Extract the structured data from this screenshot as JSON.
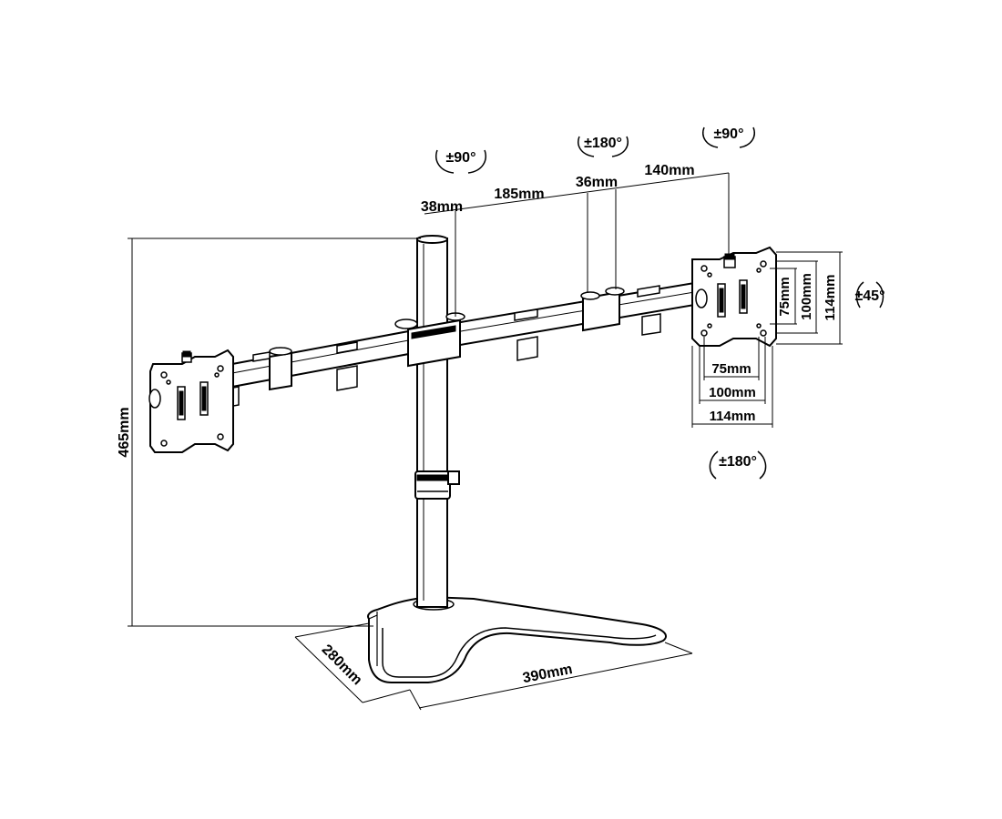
{
  "diagram": {
    "dimensions": {
      "height": "465mm",
      "base_depth": "280mm",
      "base_width": "390mm",
      "pole_offset": "38mm",
      "arm_segment": "185mm",
      "joint_gap": "36mm",
      "arm_end": "140mm"
    },
    "rotations": {
      "pole_swivel": "±90°",
      "arm_joint": "±180°",
      "head_swivel": "±90°",
      "tilt": "±45°",
      "rotate": "±180°"
    },
    "vesa": {
      "v75": "75mm",
      "v100": "100mm",
      "v114": "114mm",
      "h75": "75mm",
      "h100": "100mm",
      "h114": "114mm"
    }
  }
}
